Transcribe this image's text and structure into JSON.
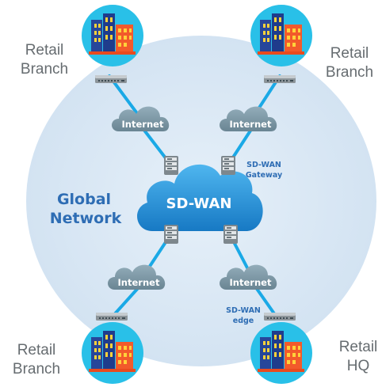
{
  "diagram": {
    "center_label": "SD-WAN",
    "region_label_line1": "Global",
    "region_label_line2": "Network",
    "gateway_label_line1": "SD-WAN",
    "gateway_label_line2": "Gateway",
    "edge_label_line1": "SD-WAN",
    "edge_label_line2": "edge",
    "internet_label": "Internet",
    "sites": {
      "top_left": {
        "line1": "Retail",
        "line2": "Branch"
      },
      "top_right": {
        "line1": "Retail",
        "line2": "Branch"
      },
      "bottom_left": {
        "line1": "Retail",
        "line2": "Branch"
      },
      "bottom_right": {
        "line1": "Retail",
        "line2": "HQ"
      }
    },
    "colors": {
      "region_fill": "#d9e8f5",
      "site_circle": "#29c0e8",
      "cloud_main": "#1e8fd6",
      "cloud_internet": "#7f9aa8",
      "link": "#1aa9e6",
      "region_text": "#2e6db4"
    }
  }
}
